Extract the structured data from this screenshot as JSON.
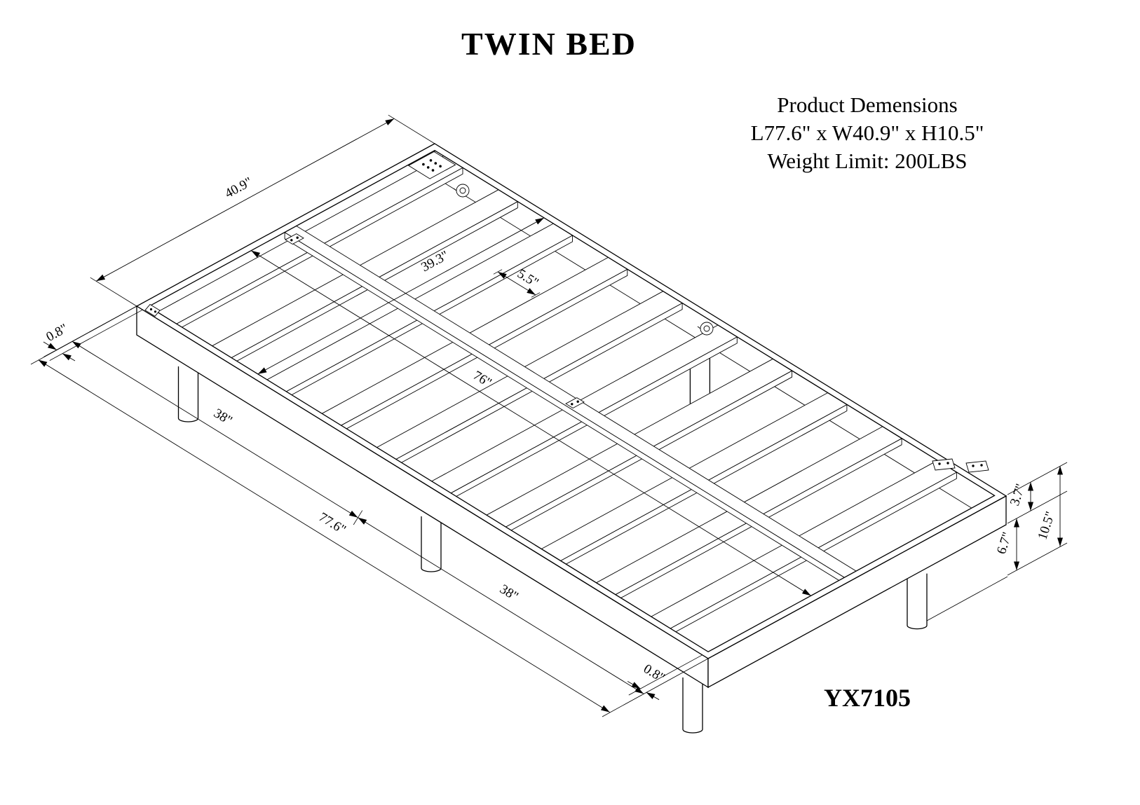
{
  "title": "TWIN BED",
  "product_info": {
    "line1": "Product Demensions",
    "line2": "L77.6\" x W40.9\" x H10.5\"",
    "line3": "Weight Limit: 200LBS"
  },
  "model_number": "YX7105",
  "dimensions": {
    "width_outer": "40.9\"",
    "width_inner": "39.3\"",
    "slat_gap": "5.5\"",
    "rail_thickness_left": "0.8\"",
    "leg_span_front": "38\"",
    "length_inner": "76\"",
    "length_outer": "77.6\"",
    "leg_span_back": "38\"",
    "rail_thickness_foot": "0.8\"",
    "frame_height": "3.7\"",
    "leg_height": "6.7\"",
    "total_height": "10.5\""
  },
  "colors": {
    "line": "#000000",
    "background": "#ffffff"
  }
}
